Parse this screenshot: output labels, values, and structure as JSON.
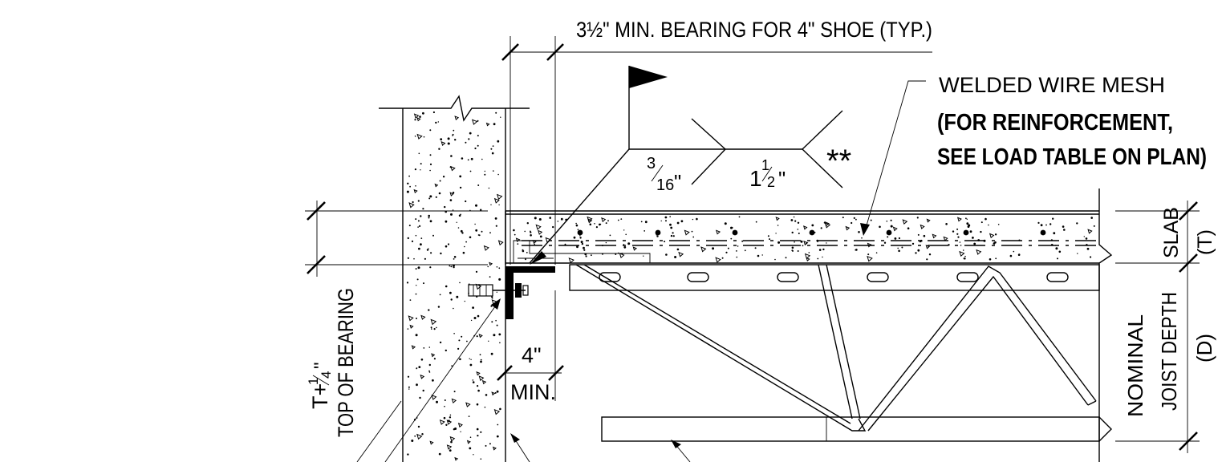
{
  "notes": {
    "bearing": "3½\" MIN. BEARING FOR 4\" SHOE (TYP.)",
    "mesh_line1": "WELDED WIRE MESH",
    "mesh_line2": "(FOR REINFORCEMENT,",
    "mesh_line3": "SEE LOAD TABLE ON PLAN)"
  },
  "weld": {
    "size_num": "3",
    "size_den": "16",
    "size_unit": "\"",
    "length_whole": "1",
    "length_num": "1",
    "length_den": "2",
    "length_unit": "\"",
    "tail": "**"
  },
  "dims": {
    "min4_value": "4\"",
    "min4_label": "MIN.",
    "left_line1": "T+",
    "left_num": "1",
    "left_den": "4",
    "left_unit": "\"",
    "left_line2": "TOP OF BEARING",
    "slab": "SLAB",
    "slab_t": "(T)",
    "joist_line1": "NOMINAL",
    "joist_line2": "JOIST DEPTH",
    "joist_d": "(D)"
  }
}
